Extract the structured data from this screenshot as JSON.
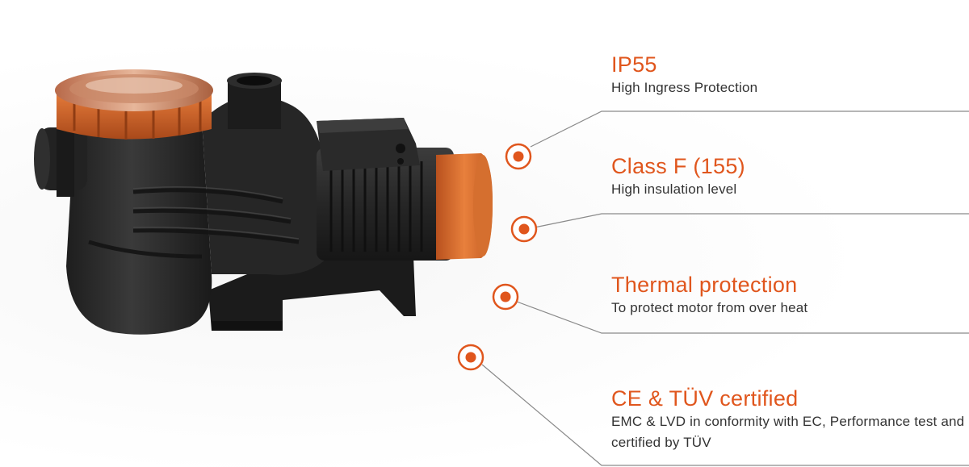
{
  "features": [
    {
      "title": "IP55",
      "description": "High Ingress Protection"
    },
    {
      "title": "Class F (155)",
      "description": "High insulation level"
    },
    {
      "title": "Thermal protection",
      "description": "To protect motor from over heat"
    },
    {
      "title": "CE & TÜV certified",
      "description": "EMC & LVD in conformity with EC, Performance test and certified by TÜV"
    }
  ],
  "colors": {
    "accent": "#e0561d",
    "pump_body": "#2b2b2b",
    "pump_orange": "#d8672a",
    "line": "#8a8a8a",
    "text": "#333333"
  },
  "icons": [
    "pool-pump-image",
    "callout-target-icon"
  ]
}
